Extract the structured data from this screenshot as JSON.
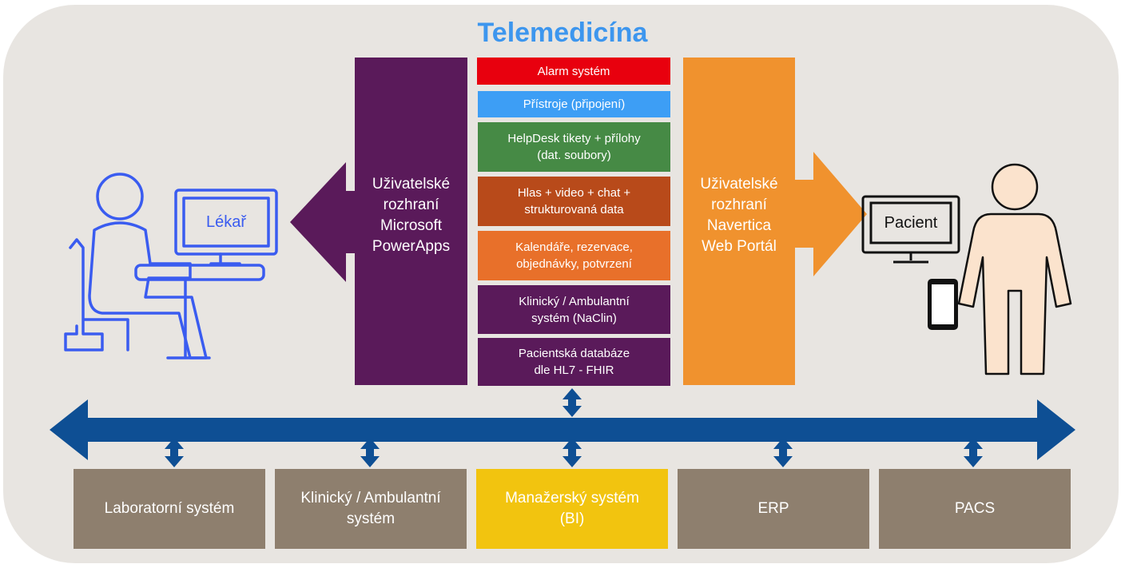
{
  "title": "Telemedicína",
  "left_ui": {
    "label": "Uživatelské\nrozhraní\nMicrosoft\nPowerApps",
    "color": "#5a1a5a"
  },
  "right_ui": {
    "label": "Uživatelské\nrozhraní\nNavertica\nWeb Portál",
    "color": "#f0922e"
  },
  "center_boxes": [
    {
      "label": "Alarm systém",
      "color": "#e8000e"
    },
    {
      "label": "Přístroje (připojení)",
      "color": "#3d9ef5"
    },
    {
      "label": "HelpDesk tikety + přílohy\n(dat. soubory)",
      "color": "#468a45"
    },
    {
      "label": "Hlas + video + chat +\nstrukturovaná data",
      "color": "#b84a1a"
    },
    {
      "label": "Kalendáře, rezervace,\nobjednávky, potvrzení",
      "color": "#e8702a"
    },
    {
      "label": "Klinický / Ambulantní\nsystém (NaClin)",
      "color": "#5a1a5a"
    },
    {
      "label": "Pacientská databáze\ndle HL7 - FHIR",
      "color": "#5a1a5a"
    }
  ],
  "doctor_label": "Lékař",
  "patient_label": "Pacient",
  "bottom_systems": [
    {
      "label": "Laboratorní systém",
      "color": "#8e7f6e"
    },
    {
      "label": "Klinický / Ambulantní\nsystém",
      "color": "#8e7f6e"
    },
    {
      "label": "Manažerský systém\n(BI)",
      "color": "#f2c40f"
    },
    {
      "label": "ERP",
      "color": "#8e7f6e"
    },
    {
      "label": "PACS",
      "color": "#8e7f6e"
    }
  ],
  "bus_color": "#0e4f94",
  "doctor_color": "#3a5cf0"
}
